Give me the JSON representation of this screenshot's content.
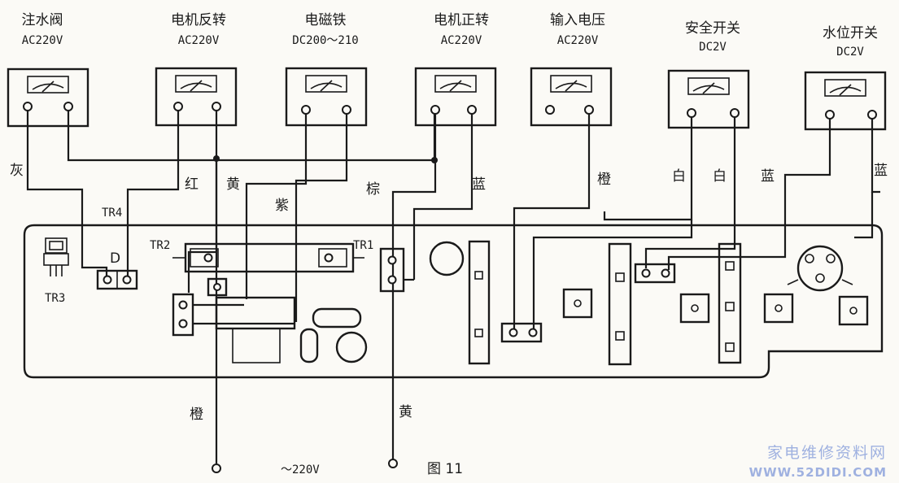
{
  "meters": [
    {
      "name": "注水阀",
      "rating": "AC220V"
    },
    {
      "name": "电机反转",
      "rating": "AC220V"
    },
    {
      "name": "电磁铁",
      "rating": "DC200～210"
    },
    {
      "name": "电机正转",
      "rating": "AC220V"
    },
    {
      "name": "输入电压",
      "rating": "AC220V"
    },
    {
      "name": "安全开关",
      "rating": "DC2V"
    },
    {
      "name": "水位开关",
      "rating": "DC2V"
    }
  ],
  "wire_colors": [
    "灰",
    "红",
    "黄",
    "紫",
    "棕",
    "蓝",
    "橙",
    "白",
    "白",
    "蓝",
    "蓝"
  ],
  "board_labels": {
    "tr4": "TR4",
    "tr3": "TR3",
    "tr2": "TR2",
    "tr1": "TR1",
    "d": "D"
  },
  "power": {
    "left_wire": "橙",
    "right_wire": "黄",
    "voltage": "～220V"
  },
  "figure_label": "图 11",
  "watermark": {
    "line1": "家电维修资料网",
    "line2": "WWW.52DIDI.COM"
  }
}
